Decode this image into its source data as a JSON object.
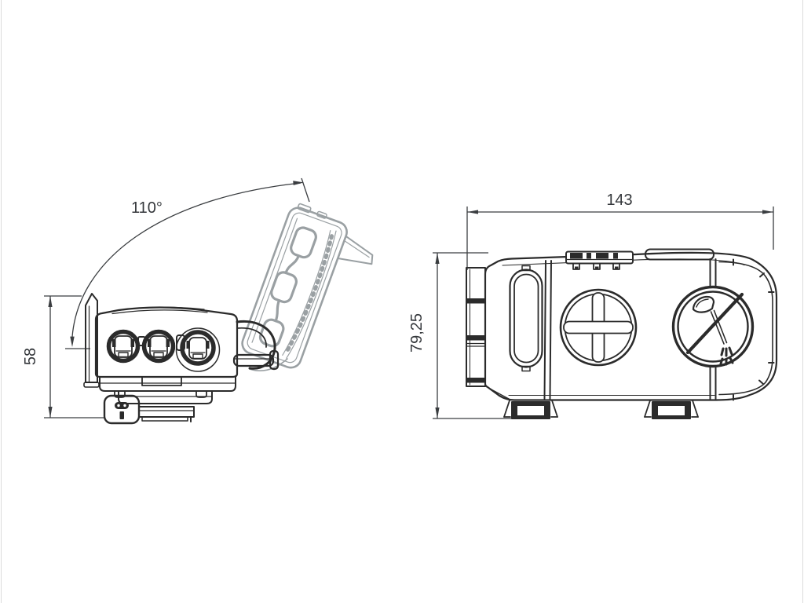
{
  "page": {
    "background": "#ffffff",
    "edge_color": "#dcdcdc"
  },
  "drawing": {
    "line_color": "#2b2b2b",
    "ghost_color": "#9aa0a3",
    "text_color": "#34373b",
    "dimensions": {
      "lid_angle": "110°",
      "side_height": "58",
      "top_width": "143",
      "top_depth": "79,25"
    },
    "icons": {
      "plus_emboss": "plus-circle-icon",
      "no_pressure_washer": "no-pressure-washer-icon",
      "oval_slot": "oval-slot",
      "power_connector": "power-connector-icon"
    }
  }
}
